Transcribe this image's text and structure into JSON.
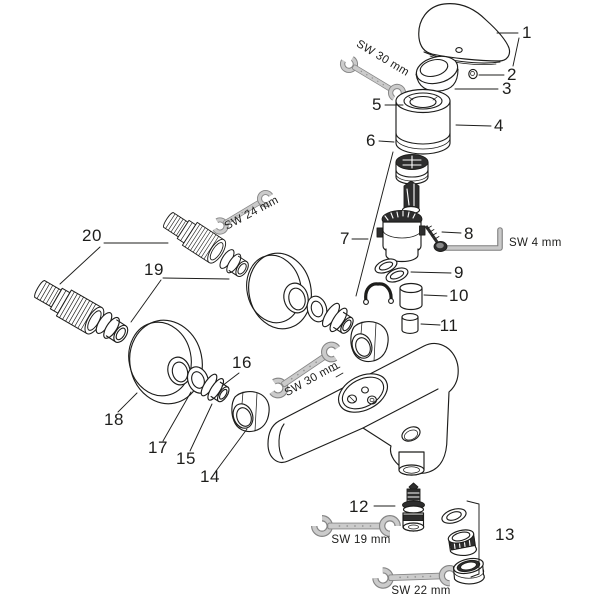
{
  "diagram": {
    "background_color": "#ffffff",
    "line_color": "#1d1d1b",
    "metal_fill_color": "#c9c9c9",
    "metal_edge_color": "#858585",
    "dark_part_color": "#2e2e2e",
    "part_labels": {
      "p1": "1",
      "p2": "2",
      "p3": "3",
      "p4": "4",
      "p5": "5",
      "p6": "6",
      "p7": "7",
      "p8": "8",
      "p9": "9",
      "p10": "10",
      "p11": "11",
      "p12": "12",
      "p13": "13",
      "p14": "14",
      "p15": "15",
      "p16": "16",
      "p17": "17",
      "p18": "18",
      "p19": "19",
      "p20": "20"
    },
    "tool_labels": {
      "sw30_top": "SW 30 mm",
      "sw24": "SW 24 mm",
      "sw4": "SW 4 mm",
      "sw30_middle": "SW 30 mm",
      "sw19": "SW 19 mm",
      "sw22": "SW 22 mm"
    },
    "icons": {
      "open_end_wrench": "open-end-wrench-icon",
      "hex_key": "hex-key-icon"
    }
  }
}
